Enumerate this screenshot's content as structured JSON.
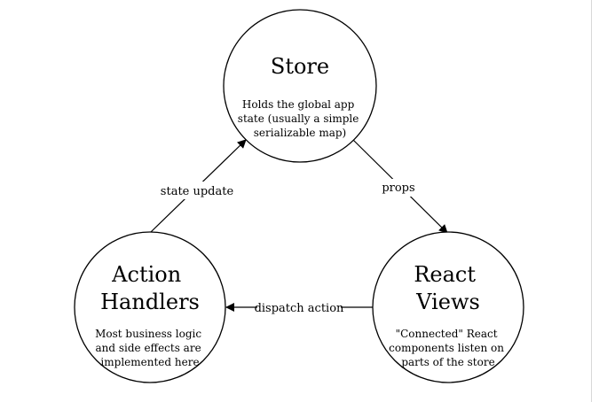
{
  "nodes": {
    "store": {
      "title": [
        "Store"
      ],
      "description": [
        "Holds the global app",
        "state (usually a simple",
        "serializable map)"
      ]
    },
    "action_handlers": {
      "title": [
        "Action",
        "Handlers"
      ],
      "description": [
        "Most business logic",
        "and side effects are",
        "implemented here"
      ]
    },
    "react_views": {
      "title": [
        "React",
        "Views"
      ],
      "description": [
        "\"Connected\" React",
        "components listen on",
        "parts of the store"
      ]
    }
  },
  "edges": {
    "state_update": "state update",
    "props": "props",
    "dispatch_action": "dispatch action"
  },
  "colors": {
    "stroke": "#000000",
    "background": "#ffffff"
  }
}
